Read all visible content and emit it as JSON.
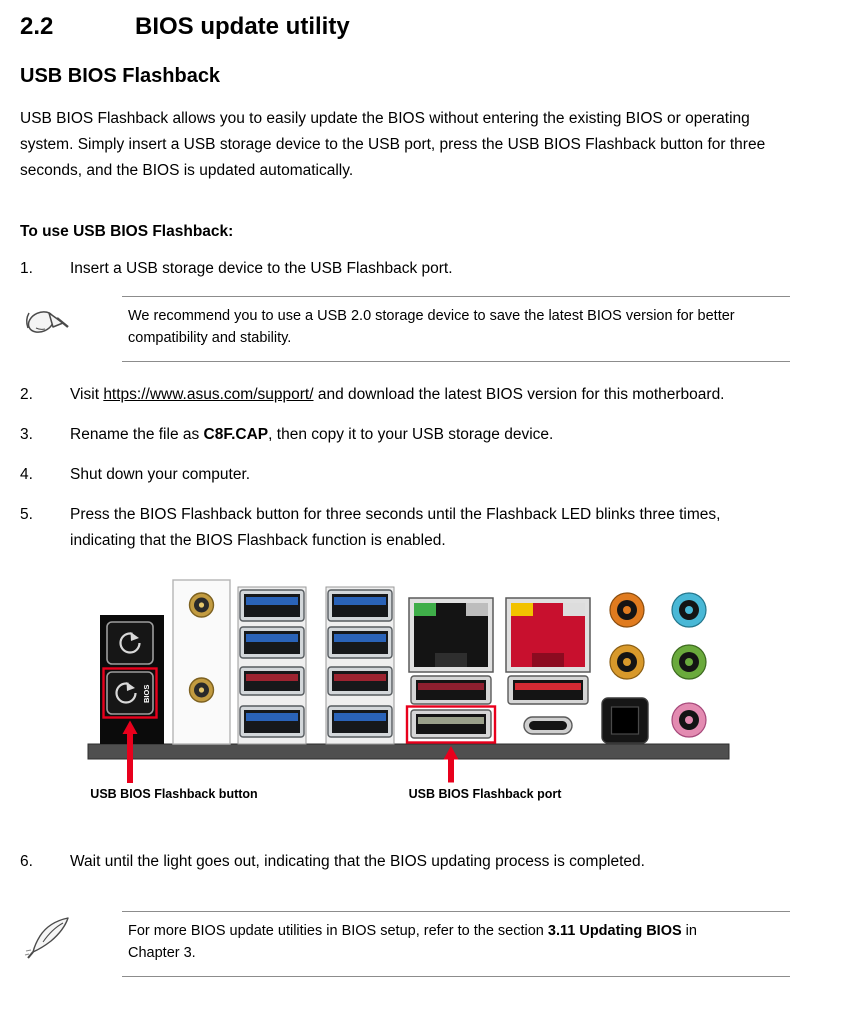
{
  "page": {
    "section_number": "2.2",
    "section_title": "BIOS update utility",
    "subsection_title": "USB BIOS Flashback",
    "intro": "USB BIOS Flashback allows you to easily update the BIOS without entering the existing BIOS or operating system. Simply insert a USB storage device to the USB port, press the USB BIOS Flashback button for three seconds, and the BIOS is updated automatically.",
    "procedure_heading": "To use USB BIOS Flashback:"
  },
  "steps": [
    {
      "number": "1.",
      "text": "Insert a USB storage device to the USB Flashback port."
    },
    {
      "number": "2.",
      "pre": "Visit ",
      "link": "https://www.asus.com/support/",
      "post": " and download the latest BIOS version for this motherboard."
    },
    {
      "number": "3.",
      "pre": "Rename the file as ",
      "bold": "C8F.CAP",
      "post": ", then copy it to your USB storage device."
    },
    {
      "number": "4.",
      "text": "Shut down your computer."
    },
    {
      "number": "5.",
      "text": "Press the BIOS Flashback button for three seconds until the Flashback LED blinks three times, indicating that the BIOS Flashback function is enabled."
    },
    {
      "number": "6.",
      "text": "Wait until the light goes out, indicating that the BIOS updating process is completed."
    }
  ],
  "notes": [
    {
      "text": "We recommend you to use a USB 2.0 storage device to save the latest BIOS version for better compatibility and stability."
    },
    {
      "pre": "For more BIOS update utilities in BIOS setup, refer to the section ",
      "bold": "3.11 Updating BIOS",
      "post": " in Chapter 3."
    }
  ],
  "figure": {
    "button_label": "USB BIOS Flashback button",
    "port_label": "USB BIOS Flashback port",
    "bios_text": "BIOS",
    "highlight_color": "#e8001c"
  }
}
